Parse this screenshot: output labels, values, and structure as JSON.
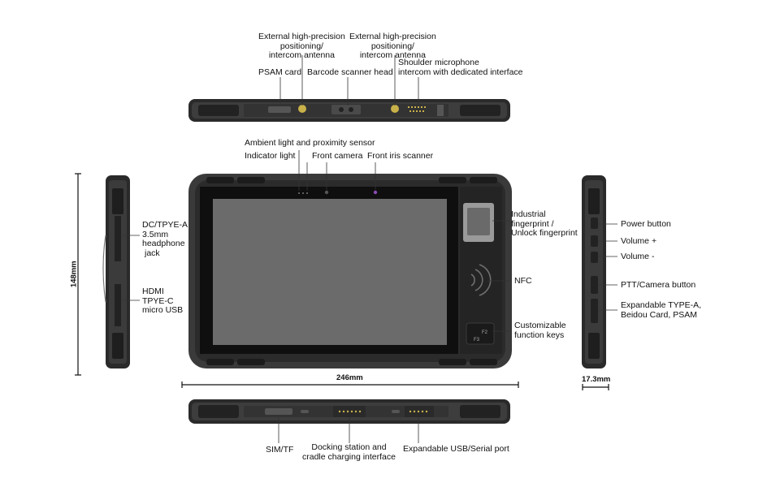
{
  "top_view": {
    "antenna_left": [
      "External high-precision",
      "positioning/",
      "intercom antenna"
    ],
    "antenna_right": [
      "External high-precision",
      "positioning/",
      "intercom antenna"
    ],
    "psam_card": "PSAM card",
    "barcode_scanner": "Barcode scanner head",
    "shoulder_mic": [
      "Shoulder microphone",
      "intercom with dedicated interface"
    ]
  },
  "front_view": {
    "ambient_sensor": "Ambient light and proximity sensor",
    "indicator_light": "Indicator light",
    "front_camera": "Front camera",
    "iris_scanner": "Front iris scanner",
    "fingerprint": [
      "Industrial",
      "fingerprint /",
      "Unlock fingerprint"
    ],
    "nfc": "NFC",
    "function_keys": [
      "Customizable",
      "function keys"
    ],
    "key_labels": [
      "F2",
      "F3"
    ]
  },
  "left_side": {
    "dc_jack": [
      "DC/TPYE-A",
      "3.5mm",
      "headphone",
      "jack"
    ],
    "ports": [
      "HDMI",
      "TPYE-C",
      "micro USB"
    ]
  },
  "right_side": {
    "power": "Power button",
    "vol_up": "Volume +",
    "vol_down": "Volume  -",
    "ptt": "PTT/Camera button",
    "expandable": [
      "Expandable TYPE-A,",
      "Beidou Card, PSAM"
    ]
  },
  "bottom_view": {
    "sim": "SIM/TF",
    "docking": [
      "Docking station and",
      "cradle charging interface"
    ],
    "usb_serial": "Expandable USB/Serial port"
  },
  "dimensions": {
    "height": "148mm",
    "width": "246mm",
    "depth": "17.3mm"
  },
  "colors": {
    "body": "#3a3a3a",
    "body_dark": "#1e1e1e",
    "screen": "#6b6b6b",
    "bezel": "#101010"
  }
}
